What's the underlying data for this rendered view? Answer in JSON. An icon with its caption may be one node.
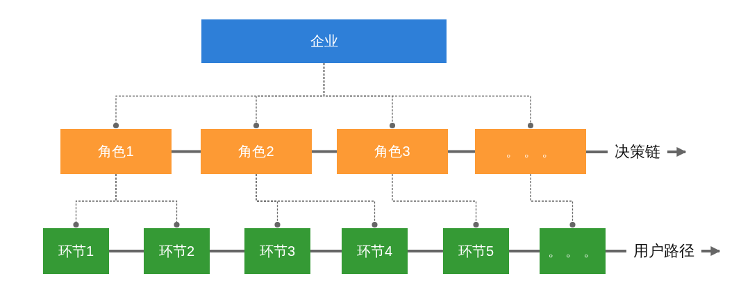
{
  "diagram": {
    "nodes": [
      {
        "text": [
          "企业"
        ]
      },
      {
        "text": [
          "角色1"
        ]
      },
      {
        "text": [
          "角色2"
        ]
      },
      {
        "text": [
          "角色3"
        ]
      },
      {
        "text": [
          "。 。 。"
        ]
      },
      {
        "text": [
          "决策链"
        ]
      },
      {
        "text": [
          "环节1"
        ]
      },
      {
        "text": [
          "环节2"
        ]
      },
      {
        "text": [
          "环节3"
        ]
      },
      {
        "text": [
          "环节4"
        ]
      },
      {
        "text": [
          "环节5"
        ]
      },
      {
        "text": [
          "。 。 。"
        ]
      },
      {
        "text": [
          "用户路径"
        ]
      }
    ],
    "edges": [
      {
        "from": 0,
        "to": 1,
        "arrow": "other",
        "style": "dashed"
      },
      {
        "from": 0,
        "to": 2,
        "arrow": "other",
        "style": "dashed"
      },
      {
        "from": 0,
        "to": 3,
        "arrow": "other",
        "style": "dashed"
      },
      {
        "from": 0,
        "to": 4,
        "arrow": "other",
        "style": "dashed"
      },
      {
        "from": 1,
        "to": 2,
        "arrow": "none"
      },
      {
        "from": 2,
        "to": 3,
        "arrow": "none"
      },
      {
        "from": 3,
        "to": 4,
        "arrow": "none"
      },
      {
        "from": 4,
        "to": 5,
        "arrow": "none"
      },
      {
        "from": 5,
        "to": null,
        "arrow": "to"
      },
      {
        "from": 1,
        "to": 6,
        "arrow": "other",
        "style": "dashed"
      },
      {
        "from": 1,
        "to": 7,
        "arrow": "other",
        "style": "dashed"
      },
      {
        "from": 2,
        "to": 8,
        "arrow": "other",
        "style": "dashed"
      },
      {
        "from": 2,
        "to": 9,
        "arrow": "other",
        "style": "dashed"
      },
      {
        "from": 3,
        "to": 10,
        "arrow": "other",
        "style": "dashed"
      },
      {
        "from": 4,
        "to": 11,
        "arrow": "other",
        "style": "dashed"
      },
      {
        "from": 6,
        "to": 7,
        "arrow": "none"
      },
      {
        "from": 7,
        "to": 8,
        "arrow": "none"
      },
      {
        "from": 8,
        "to": 9,
        "arrow": "none"
      },
      {
        "from": 9,
        "to": 10,
        "arrow": "none"
      },
      {
        "from": 10,
        "to": 11,
        "arrow": "none"
      },
      {
        "from": 11,
        "to": 12,
        "arrow": "none"
      },
      {
        "from": 12,
        "to": null,
        "arrow": "to"
      }
    ]
  }
}
